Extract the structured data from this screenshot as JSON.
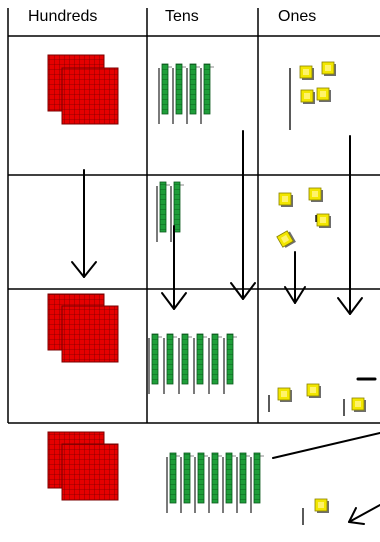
{
  "table": {
    "headers": [
      "Hundreds",
      "Tens",
      "Ones"
    ],
    "rows": [
      {
        "hundreds": 2,
        "tens": 4,
        "ones": 4
      },
      {
        "hundreds": 0,
        "tens": 2,
        "ones": 4
      },
      {
        "hundreds": 2,
        "tens": 6,
        "ones": 3
      }
    ]
  },
  "result": {
    "hundreds": 2,
    "tens": 7,
    "ones": 1
  },
  "colors": {
    "hundreds_fill": "#e60000",
    "hundreds_grid": "#7a0000",
    "tens_fill": "#1f9e3a",
    "tens_dark": "#0b5a1c",
    "ones_fill": "#f2e600",
    "ones_shadow": "#6e6e6e",
    "line": "#000000"
  }
}
